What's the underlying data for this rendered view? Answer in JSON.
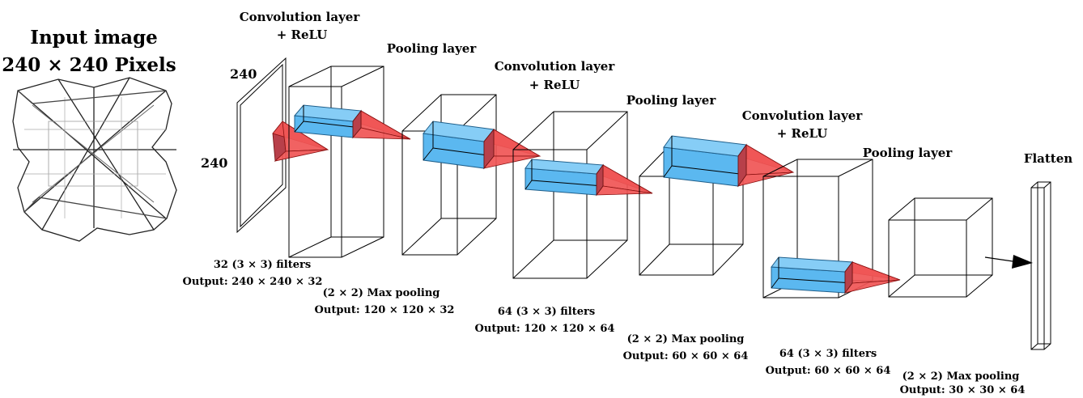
{
  "input": {
    "title_line1": "Input image",
    "title_line2": "240 × 240 Pixels",
    "height_label": "240",
    "width_label": "240"
  },
  "layers": [
    {
      "name": "Convolution layer",
      "name2": "+ ReLU",
      "caption1": "32 (3 × 3) filters",
      "caption2": "Output: 240 × 240 × 32"
    },
    {
      "name": "Pooling layer",
      "name2": "",
      "caption1": "(2 × 2) Max pooling",
      "caption2": "Output: 120 × 120 × 32"
    },
    {
      "name": "Convolution layer",
      "name2": "+ ReLU",
      "caption1": "64 (3 × 3) filters",
      "caption2": "Output: 120 × 120 × 64"
    },
    {
      "name": "Pooling layer",
      "name2": "",
      "caption1": "(2 × 2) Max pooling",
      "caption2": "Output: 60 × 60 × 64"
    },
    {
      "name": "Convolution layer",
      "name2": "+ ReLU",
      "caption1": "64 (3 × 3) filters",
      "caption2": "Output: 60 × 60 × 64"
    },
    {
      "name": "Pooling layer",
      "name2": "",
      "caption1": "(2 × 2) Max pooling",
      "caption2": "Output: 30 × 30 × 64"
    }
  ],
  "flatten": {
    "label": "Flatten"
  },
  "colors": {
    "filter_block": "#5bb8f0",
    "receptive_field": "#f05555",
    "edge": "#000000"
  }
}
